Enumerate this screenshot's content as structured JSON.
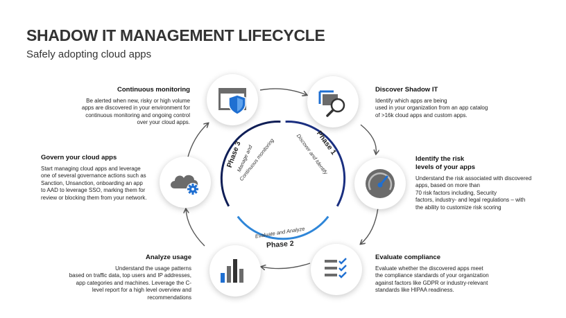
{
  "header": {
    "title": "SHADOW IT MANAGEMENT LIFECYCLE",
    "subtitle": "Safely adopting cloud apps"
  },
  "steps": {
    "continuous": {
      "heading": "Continuous monitoring",
      "body": "Be alerted when new, risky or high volume\napps are discovered in your environment for\ncontinuous monitoring and ongoing control\nover your cloud apps.",
      "icon": "shield-window-icon"
    },
    "discover": {
      "heading": "Discover Shadow IT",
      "body": "Identify which apps are being\nused in your organization from an app catalog\nof >16k cloud apps and custom apps.",
      "icon": "magnifier-icon"
    },
    "govern": {
      "heading": "Govern your cloud apps",
      "body": "Start managing cloud apps and leverage\none of several governance actions such as\nSanction, Unsanction, onboarding an app\nto AAD to leverage SSO, marking them for\nreview or blocking them from your network.",
      "icon": "cloud-gear-icon"
    },
    "identify": {
      "heading": "Identify the risk\nlevels of your apps",
      "body": "Understand the risk associated with discovered\napps, based on more than\n70 risk factors including, Security\nfactors, industry- and legal regulations – with\nthe ability to customize risk scoring",
      "icon": "gauge-icon"
    },
    "analyze": {
      "heading": "Analyze usage",
      "body": "Understand the usage patterns\nbased on traffic data, top users and IP addresses,\napp categories and machines. Leverage the C-\nlevel report for a high level overview and\nrecommendations",
      "icon": "bar-chart-icon"
    },
    "compliance": {
      "heading": "Evaluate compliance",
      "body": "Evaluate whether the discovered apps meet\nthe compliance standards of your organization\nagainst factors like GDPR or industry-relevant\nstandards like HIPAA readiness.",
      "icon": "checklist-icon"
    }
  },
  "phases": {
    "p1": {
      "name": "Phase 1",
      "desc": "Discover and Identify"
    },
    "p2": {
      "name": "Phase 2",
      "desc": "Evaluate and Analyze"
    },
    "p3": {
      "name": "Phase 3",
      "desc1": "Manage and",
      "desc2": "Continuous monitoring"
    }
  },
  "colors": {
    "phase1": "#1a2f80",
    "phase2": "#2f86d8",
    "phase3": "#0f1e56",
    "arrows": "#555555",
    "icon_gray": "#6b6b6b",
    "icon_blue": "#1f6fd1"
  }
}
